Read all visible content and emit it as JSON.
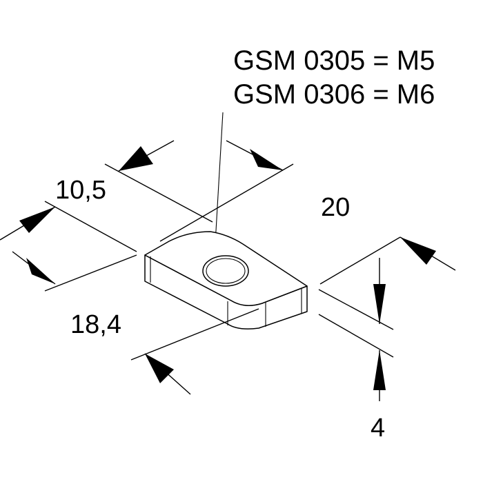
{
  "labels": {
    "line1": "GSM 0305 = M5",
    "line2": "GSM 0306 = M6"
  },
  "dimensions": {
    "width": "10,5",
    "length": "20",
    "depth": "18,4",
    "thickness": "4"
  }
}
